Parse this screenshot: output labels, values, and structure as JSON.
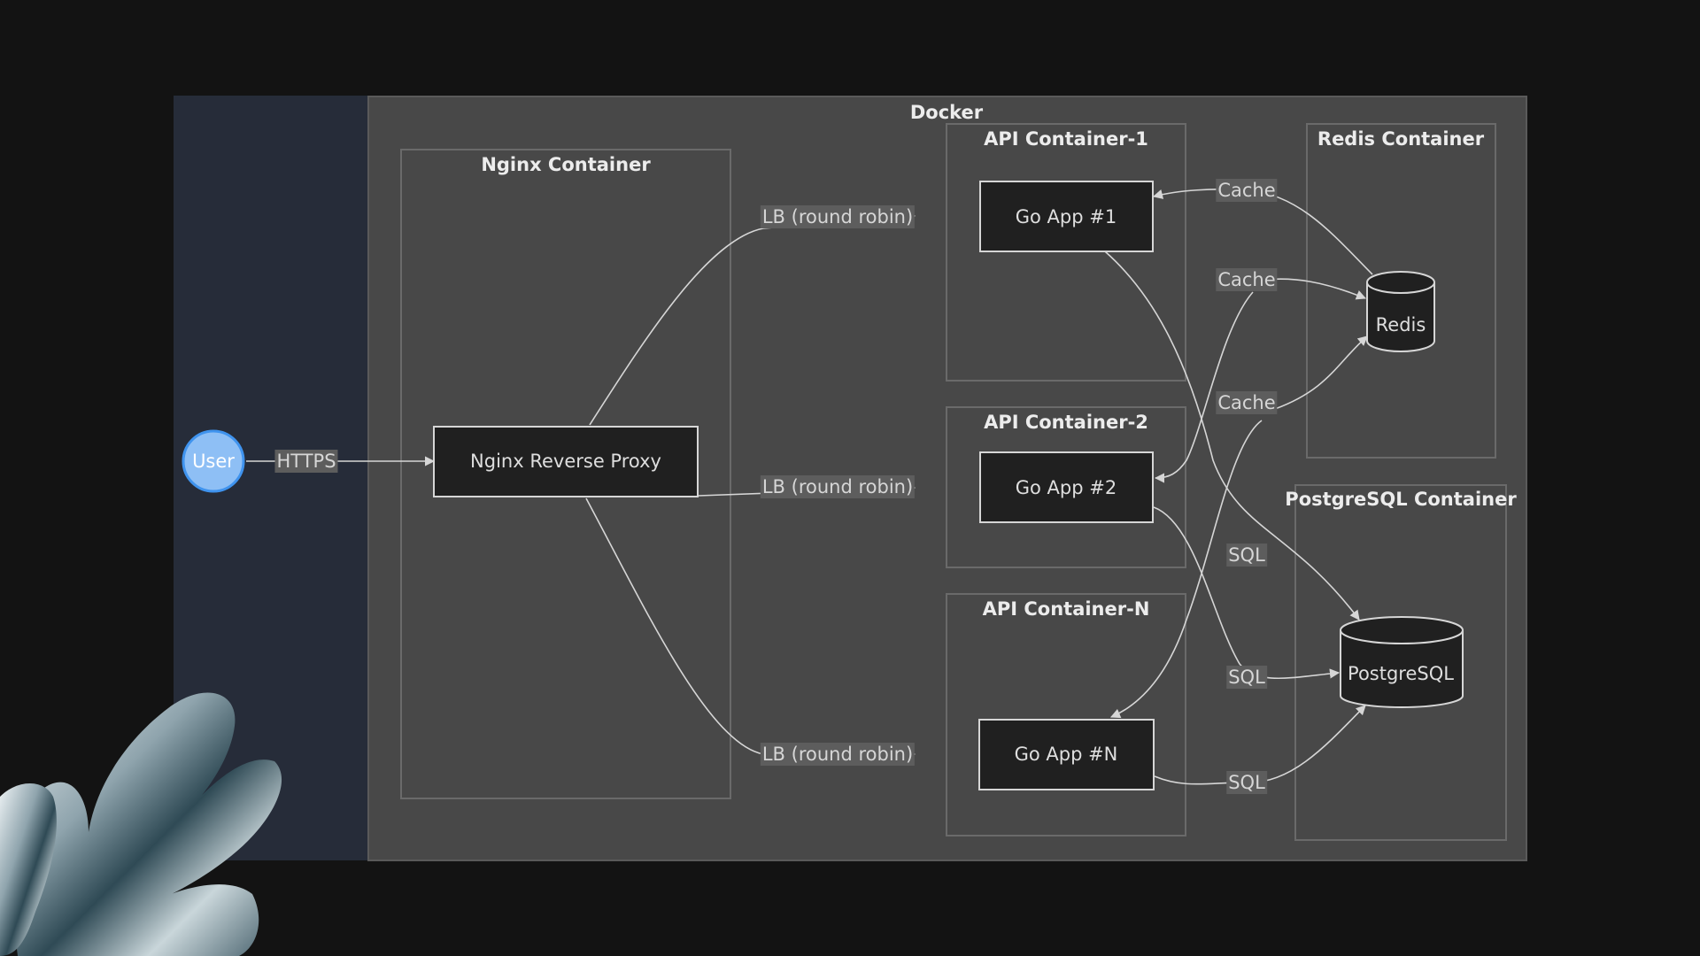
{
  "diagram": {
    "groups": {
      "docker": "Docker",
      "nginx": "Nginx Container",
      "api1": "API Container-1",
      "api2": "API Container-2",
      "apin": "API Container-N",
      "redis": "Redis Container",
      "postgres": "PostgreSQL Container"
    },
    "nodes": {
      "user": "User",
      "nginx_proxy": "Nginx Reverse Proxy",
      "go1": "Go App #1",
      "go2": "Go App #2",
      "gon": "Go App #N",
      "redis_db": "Redis",
      "postgres_db": "PostgreSQL"
    },
    "edges": {
      "https": "HTTPS",
      "lb1": "LB (round robin)",
      "lb2": "LB (round robin)",
      "lbn": "LB (round robin)",
      "cache1": "Cache",
      "cache2": "Cache",
      "cachen": "Cache",
      "sql1": "SQL",
      "sql2": "SQL",
      "sqln": "SQL"
    },
    "colors": {
      "background": "#131313",
      "left_panel": "#262c39",
      "docker_fill": "#484848",
      "node_fill": "#202020",
      "user_fill": "#8ebff5",
      "user_stroke": "#3f93ee",
      "edge": "#d6d6d6"
    }
  }
}
